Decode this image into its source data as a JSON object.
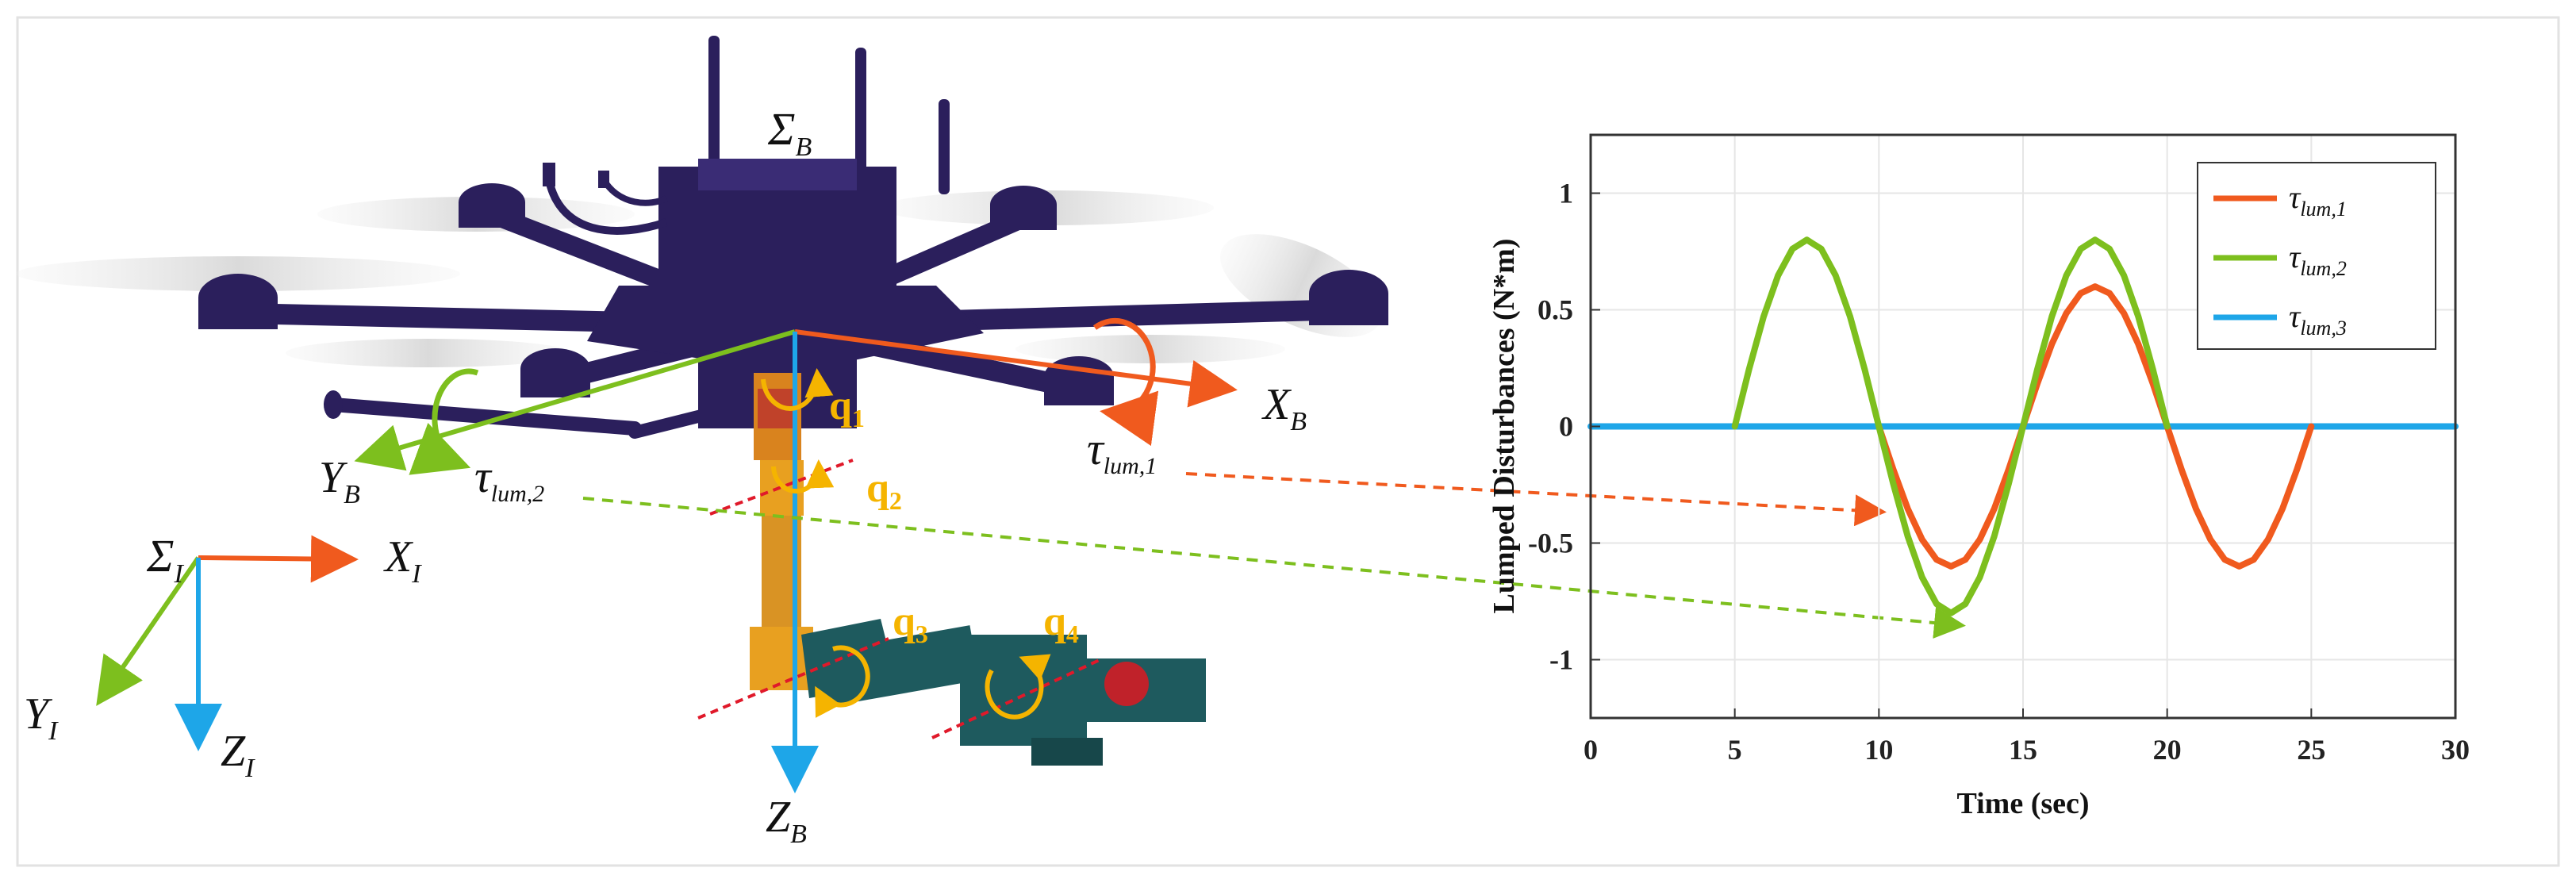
{
  "colors": {
    "orange": "#f05a1e",
    "green": "#7dbf1e",
    "blue": "#1ea6e8",
    "yellow": "#f5b400",
    "drone_body": "#2b1f5c",
    "manipulator_teal": "#1e5a5e",
    "red_dash": "#e0192a"
  },
  "diagram": {
    "frames": {
      "sigma_b": "Σ",
      "sigma_b_sub": "B",
      "sigma_i": "Σ",
      "sigma_i_sub": "I",
      "x_b": "X",
      "x_b_sub": "B",
      "y_b": "Y",
      "y_b_sub": "B",
      "z_b": "Z",
      "z_b_sub": "B",
      "x_i": "X",
      "x_i_sub": "I",
      "y_i": "Y",
      "y_i_sub": "I",
      "z_i": "Z",
      "z_i_sub": "I"
    },
    "torques": {
      "tau_1": "τ",
      "tau_1_sub": "lum,1",
      "tau_2": "τ",
      "tau_2_sub": "lum,2"
    },
    "joints": {
      "q1": "q",
      "q1_sub": "1",
      "q2": "q",
      "q2_sub": "2",
      "q3": "q",
      "q3_sub": "3",
      "q4": "q",
      "q4_sub": "4"
    },
    "icons": [
      "hexarotor-drone-icon",
      "robot-arm-icon",
      "rotation-arrow-icon"
    ]
  },
  "chart_data": {
    "type": "line",
    "xlabel": "Time (sec)",
    "ylabel": "Lumped Disturbances (N*m)",
    "xlim": [
      0,
      30
    ],
    "ylim": [
      -1.25,
      1.25
    ],
    "xticks": [
      0,
      5,
      10,
      15,
      20,
      25,
      30
    ],
    "yticks": [
      -1,
      -0.5,
      0,
      0.5,
      1
    ],
    "xtick_labels": [
      "0",
      "5",
      "10",
      "15",
      "20",
      "25",
      "30"
    ],
    "ytick_labels": [
      "-1",
      "-0.5",
      "0",
      "0.5",
      "1"
    ],
    "grid": true,
    "legend_position": "top-right",
    "legend": [
      {
        "symbol": "τ",
        "sub": "lum,1"
      },
      {
        "symbol": "τ",
        "sub": "lum,2"
      },
      {
        "symbol": "τ",
        "sub": "lum,3"
      }
    ],
    "series": [
      {
        "name": "τlum,1",
        "color": "#f05a1e",
        "x": [
          10,
          10.5,
          11,
          11.5,
          12,
          12.5,
          13,
          13.5,
          14,
          14.5,
          15,
          15.5,
          16,
          16.5,
          17,
          17.5,
          18,
          18.5,
          19,
          19.5,
          20,
          20.5,
          21,
          21.5,
          22,
          22.5,
          23,
          23.5,
          24,
          24.5,
          25
        ],
        "y": [
          0,
          -0.185,
          -0.353,
          -0.485,
          -0.571,
          -0.6,
          -0.571,
          -0.485,
          -0.353,
          -0.185,
          0,
          0.185,
          0.353,
          0.485,
          0.571,
          0.6,
          0.571,
          0.485,
          0.353,
          0.185,
          0,
          -0.185,
          -0.353,
          -0.485,
          -0.571,
          -0.6,
          -0.571,
          -0.485,
          -0.353,
          -0.185,
          0
        ]
      },
      {
        "name": "τlum,2",
        "color": "#7dbf1e",
        "x": [
          5,
          5.5,
          6,
          6.5,
          7,
          7.5,
          8,
          8.5,
          9,
          9.5,
          10,
          10.5,
          11,
          11.5,
          12,
          12.5,
          13,
          13.5,
          14,
          14.5,
          15,
          15.5,
          16,
          16.5,
          17,
          17.5,
          18,
          18.5,
          19,
          19.5,
          20
        ],
        "y": [
          0,
          0.247,
          0.471,
          0.647,
          0.761,
          0.8,
          0.761,
          0.647,
          0.471,
          0.247,
          0,
          -0.247,
          -0.471,
          -0.647,
          -0.761,
          -0.8,
          -0.761,
          -0.647,
          -0.471,
          -0.247,
          0,
          0.247,
          0.471,
          0.647,
          0.761,
          0.8,
          0.761,
          0.647,
          0.471,
          0.247,
          0
        ]
      },
      {
        "name": "τlum,3",
        "color": "#1ea6e8",
        "x": [
          0,
          30
        ],
        "y": [
          0,
          0
        ]
      }
    ]
  }
}
